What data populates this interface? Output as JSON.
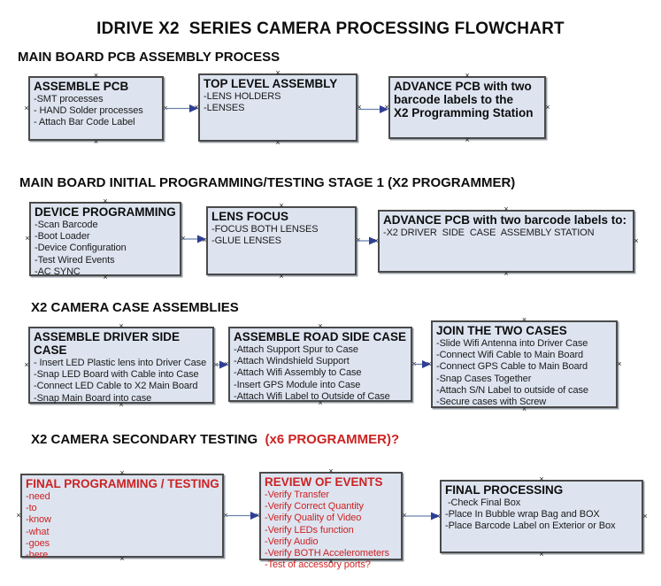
{
  "title": "IDRIVE X2  SERIES CAMERA PROCESSING FLOWCHART",
  "colors": {
    "box_fill": "#dde4f0",
    "box_border": "#4a4a4a",
    "arrow_line": "#6b82ad",
    "arrow_head": "#2e3f94",
    "red_text": "#cc2222",
    "heading_text": "#0d0d0d"
  },
  "sections": [
    {
      "heading": "MAIN BOARD PCB ASSEMBLY PROCESS",
      "boxes": [
        {
          "title": "ASSEMBLE PCB",
          "items": [
            "-SMT processes",
            "- HAND Solder processes",
            "- Attach Bar Code Label"
          ]
        },
        {
          "title": "TOP LEVEL ASSEMBLY",
          "items": [
            "-LENS HOLDERS",
            "-LENSES"
          ]
        },
        {
          "title": "ADVANCE PCB with two\nbarcode labels to the\n X2 Programming Station",
          "items": []
        }
      ]
    },
    {
      "heading": "MAIN BOARD INITIAL PROGRAMMING/TESTING STAGE 1 (X2 PROGRAMMER)",
      "boxes": [
        {
          "title": "DEVICE PROGRAMMING",
          "items": [
            "-Scan Barcode",
            "-Boot Loader",
            "-Device Configuration",
            "-Test Wired Events",
            "-AC SYNC"
          ]
        },
        {
          "title": "LENS FOCUS",
          "items": [
            "-FOCUS BOTH LENSES",
            "-GLUE LENSES"
          ]
        },
        {
          "title": "ADVANCE PCB with two barcode labels to:",
          "items": [
            "-X2 DRIVER  SIDE  CASE  ASSEMBLY STATION"
          ]
        }
      ]
    },
    {
      "heading": "X2 CAMERA CASE ASSEMBLIES",
      "boxes": [
        {
          "title": "ASSEMBLE DRIVER SIDE CASE",
          "items": [
            "- Insert LED Plastic lens into Driver Case",
            "-Snap LED Board with Cable into Case",
            "-Connect LED Cable to X2 Main Board",
            "-Snap Main Board into case"
          ]
        },
        {
          "title": "ASSEMBLE ROAD SIDE CASE",
          "items": [
            "-Attach Support Spur to Case",
            "-Attach Windshield Support",
            "-Attach Wifi Assembly to Case",
            "-Insert GPS Module into Case",
            "-Attach Wifi Label to Outside of Case"
          ]
        },
        {
          "title": "JOIN THE TWO CASES",
          "items": [
            "-Slide Wifi Antenna into Driver Case",
            "-Connect Wifi Cable to Main Board",
            "-Connect GPS Cable to Main Board",
            "-Snap Cases Together",
            "-Attach S/N Label to outside of case",
            "-Secure cases with Screw"
          ]
        }
      ]
    },
    {
      "heading": "X2 CAMERA SECONDARY TESTING",
      "heading_red": "  (x6 PROGRAMMER)?",
      "boxes": [
        {
          "title": "FINAL PROGRAMMING / TESTING",
          "items": [
            "-need",
            "-to",
            "-know",
            "-what",
            "-goes",
            "-here"
          ]
        },
        {
          "title": "REVIEW OF EVENTS",
          "items": [
            "-Verify Transfer",
            "-Verify Correct Quantity",
            "-Verify Quality of Video",
            "-Verify LEDs function",
            "-Verify Audio",
            "-Verify BOTH Accelerometers",
            "-Test of accessory ports?"
          ]
        },
        {
          "title": "FINAL PROCESSING",
          "items": [
            " -Check Final Box",
            "-Place In Bubble wrap Bag and BOX",
            "-Place Barcode Label on Exterior or Box"
          ]
        }
      ]
    }
  ]
}
